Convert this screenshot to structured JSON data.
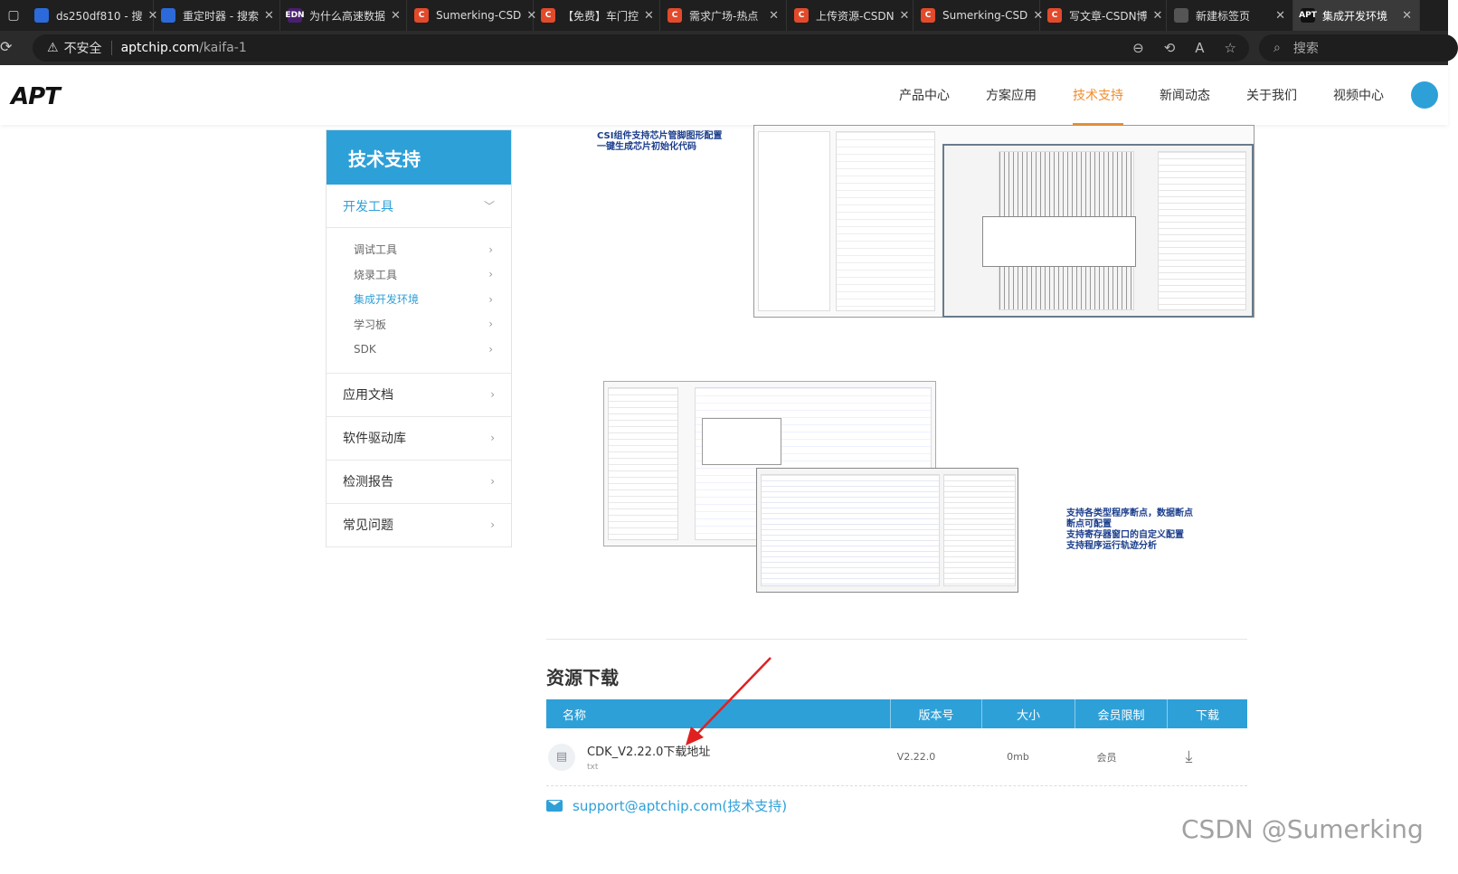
{
  "browser": {
    "tabs": [
      {
        "label": "ds250df810 - 搜",
        "fav": "",
        "color": "#2b6ad8"
      },
      {
        "label": "重定时器 - 搜索",
        "fav": "",
        "color": "#2b6ad8"
      },
      {
        "label": "为什么高速数据",
        "fav": "EDN",
        "color": "#4a1f6e"
      },
      {
        "label": "Sumerking-CSD",
        "fav": "C",
        "color": "#e24a2b"
      },
      {
        "label": "【免费】车门控",
        "fav": "C",
        "color": "#e24a2b"
      },
      {
        "label": "需求广场-热点",
        "fav": "C",
        "color": "#e24a2b"
      },
      {
        "label": "上传资源-CSDN",
        "fav": "C",
        "color": "#e24a2b"
      },
      {
        "label": "Sumerking-CSD",
        "fav": "C",
        "color": "#e24a2b"
      },
      {
        "label": "写文章-CSDN博",
        "fav": "C",
        "color": "#e24a2b"
      },
      {
        "label": "新建标签页",
        "fav": "",
        "color": "#555"
      },
      {
        "label": "集成开发环境",
        "fav": "APT",
        "color": "#111"
      }
    ],
    "security": "不安全",
    "url_host": "aptchip.com",
    "url_path": "/kaifa-1",
    "search_placeholder": "搜索"
  },
  "site": {
    "logo": "APT",
    "nav": [
      "产品中心",
      "方案应用",
      "技术支持",
      "新闻动态",
      "关于我们",
      "视频中心"
    ],
    "nav_active": 2,
    "accent": "#2ea0d8",
    "nav_accent": "#f08c2b"
  },
  "sidebar": {
    "title": "技术支持",
    "open_section": "开发工具",
    "sub_items": [
      "调试工具",
      "烧录工具",
      "集成开发环境",
      "学习板",
      "SDK"
    ],
    "sub_active": 2,
    "sections": [
      "应用文档",
      "软件驱动库",
      "检测报告",
      "常见问题"
    ]
  },
  "content": {
    "caption1": "CSI组件支持芯片管脚图形配置\n一键生成芯片初始化代码",
    "caption2": "支持各类型程序断点，数据断点\n断点可配置\n支持寄存器窗口的自定义配置\n支持程序运行轨迹分析",
    "downloads_title": "资源下载",
    "table_headers": [
      "名称",
      "版本号",
      "大小",
      "会员限制",
      "下载"
    ],
    "rows": [
      {
        "name": "CDK_V2.22.0下载地址",
        "ext": "txt",
        "version": "V2.22.0",
        "size": "0mb",
        "member": "会员"
      }
    ],
    "email": "support@aptchip.com(技术支持)"
  },
  "watermark": "CSDN @Sumerking"
}
